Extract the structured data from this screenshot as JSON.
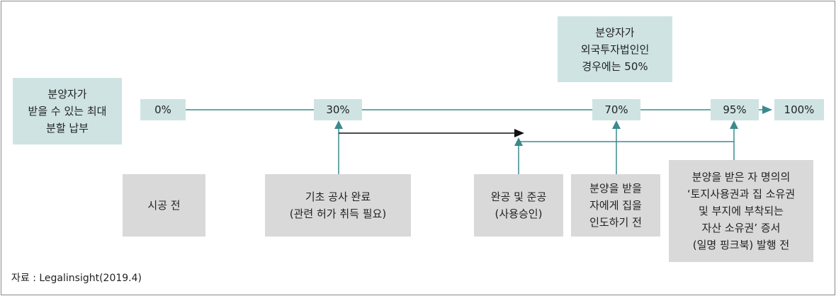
{
  "colors": {
    "teal_line": "#3a8a8e",
    "teal_box": "#cfe3e3",
    "grey_box": "#d9d9d9",
    "black_arrow": "#111111"
  },
  "left_label": "분양자가\n받을 수 있는 최대\n분할 납부",
  "foreign_note": "분양자가\n외국투자법인인\n경우에는 50%",
  "percent_0": "0%",
  "percent_30": "30%",
  "percent_70": "70%",
  "percent_95": "95%",
  "percent_100": "100%",
  "stage_before_construction": "시공 전",
  "stage_foundation": "기초 공사 완료\n(관련 허가 취득 필요)",
  "stage_completion": "완공 및 준공\n(사용승인)",
  "stage_before_handover": "분양을 받을\n자에게 집을\n인도하기 전",
  "stage_before_certificate": "분양을 받은 자 명의의\n‘토지사용권과 집 소유권\n및 부지에 부착되는\n자산 소유권’ 증서\n(일명 핑크북) 발행 전",
  "source": "자료 : Legalinsight(2019.4)"
}
